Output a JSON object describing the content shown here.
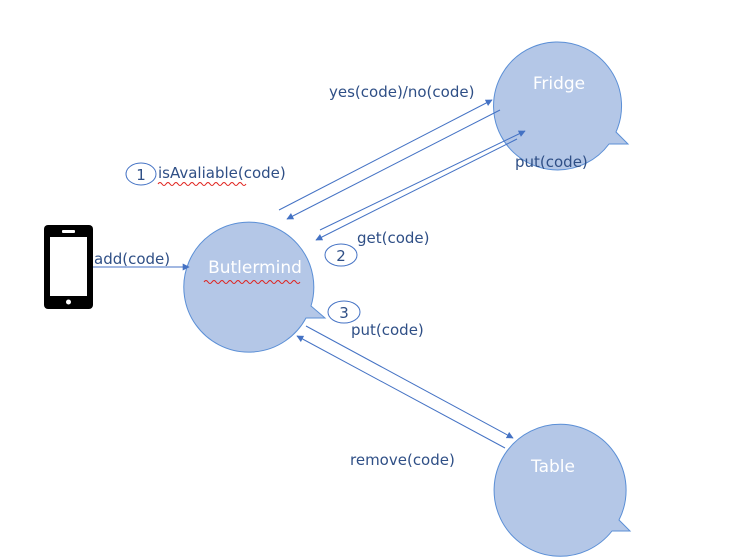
{
  "nodes": {
    "fridge": "Fridge",
    "butlermind": "Butlermind",
    "table": "Table"
  },
  "edges": {
    "add": "add(code)",
    "is_available": "isAvaliable(code)",
    "yes_no": "yes(code)/no(code)",
    "put_fridge": "put(code)",
    "get": "get(code)",
    "put_table": "put(code)",
    "remove": "remove(code)"
  },
  "steps": {
    "one": "1",
    "two": "2",
    "three": "3"
  },
  "colors": {
    "bubble_fill": "#b4c7e7",
    "bubble_stroke": "#5b8fd6",
    "arrow": "#4472c4",
    "label_text": "#2f4f86",
    "spellcheck": "#e0201b"
  },
  "icons": {
    "device": "smartphone-icon"
  }
}
